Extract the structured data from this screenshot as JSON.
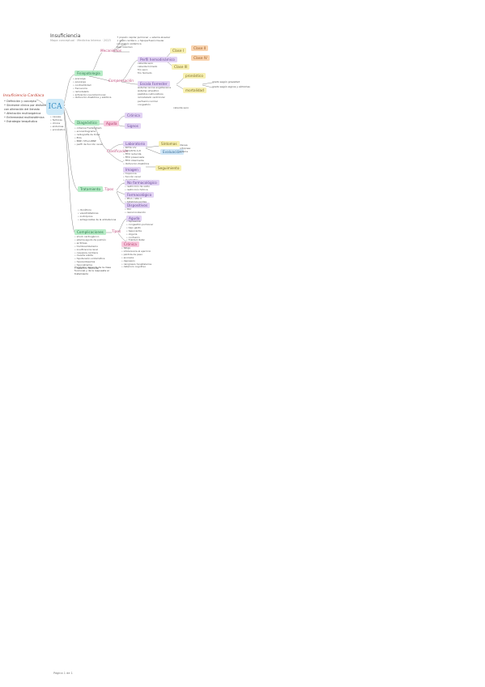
{
  "header": {
    "title": "Insuficiencia",
    "subtitle": "Mapa conceptual · Medicina Interna · 2023"
  },
  "footer": {
    "text": "Página 1 de 1"
  },
  "sidebar": {
    "title": "Insuficiencia Cardíaca",
    "items": [
      "• Definición y concepto",
      "• Síndrome clínico por disfunción ventricular",
      "  con alteración del llenado",
      "• Afectación multiorgánica",
      "• Enfermedad multisistémica",
      "• Estrategia terapéutica"
    ]
  },
  "center": {
    "label": "ICA",
    "notes": [
      "• causas",
      "• factores",
      "• clínica",
      "• síntomas",
      "• pronóstico"
    ]
  },
  "branches": {
    "b1": {
      "label": "Fisiopatología",
      "notes": [
        "• precarga",
        "• poscarga",
        "• contractilidad",
        "• frecuencia",
        "• remodelado",
        "• activación neurohormonal",
        "• disfunción diastólica y sistólica"
      ],
      "sub1": {
        "label": "Mecanismos",
        "lines": [
          "↑ presión capilar pulmonar → edema alveolar",
          "↓ gasto cardíaco → hipoperfusión tisular",
          "congestión sistémica",
          "bajo volumen"
        ]
      },
      "sub2": {
        "label": "Compensación",
        "lines": [
          "sistema renina angiotensina",
          "sistema simpático",
          "péptidos natriuréticos",
          "remodelado ventricular"
        ]
      },
      "sub3": {
        "label": "Perfil hemodinámico",
        "lines": [
          "caliente seco",
          "caliente húmedo",
          "frío seco",
          "frío húmedo"
        ]
      },
      "sub4": {
        "label": "Escala Forrester",
        "lines": [
          "perfusión normal",
          "congestión"
        ]
      },
      "tagA": "Clase I",
      "tagB": "Clase II",
      "tagC": "Clase III",
      "tagD": "Clase IV",
      "tagE": "pronóstico",
      "tagF": "mortalidad",
      "right1": "grado según gravedad",
      "right2": "grado según signos y síntomas"
    },
    "b2": {
      "label": "Diagnóstico",
      "notes": [
        "• criterios Framingham",
        "• ecocardiograma",
        "• radiografía de tórax",
        "• ECG",
        "• BNP / NT-proBNP",
        "• perfil de función renal"
      ],
      "sub1": {
        "label": "Laboratorio",
        "lines": [
          "• troponina",
          "• función renal",
          "• electrolitos"
        ]
      },
      "sub2": {
        "label": "Imagen",
        "lines": [
          "• ecocardiograma"
        ]
      },
      "sub3": {
        "label": "Clasificación",
        "lines": [
          "• NYHA I-IV",
          "• ACC/AHA A-D",
          "• FEVI reducida",
          "• FEVI preservada",
          "• FEVI intermedia",
          "• disfunción diastólica"
        ]
      },
      "tagA": "Aguda",
      "tagB": "Crónica",
      "tagC": "Signos",
      "tagD": "Síntomas",
      "tagE": "Evaluación",
      "tagF": "Seguimiento",
      "right": [
        "disnea",
        "ortopnea",
        "edema"
      ]
    },
    "b3": {
      "label": "Tratamiento",
      "sub1": {
        "label": "No farmacológico",
        "lines": [
          "• restricción de sodio",
          "• restricción hídrica"
        ]
      },
      "sub2": {
        "label": "Farmacológico",
        "lines": [
          "• IECA / ARA II",
          "• betabloqueantes"
        ]
      },
      "sub3": {
        "label": "Dispositivos",
        "lines": [
          "• DAI",
          "• resincronización"
        ]
      },
      "mid": "Tipos",
      "notes": [
        "• diuréticos",
        "• vasodilatadores",
        "• inotrópicos",
        "• antagonistas de la aldosterona"
      ]
    },
    "b4": {
      "label": "Complicaciones",
      "mid": "Tipos",
      "notes": [
        "• shock cardiogénico",
        "• edema agudo de pulmón",
        "• arritmias",
        "• tromboembolismo",
        "• insuficiencia renal",
        "• caquexia cardíaca",
        "• muerte súbita",
        "• hipotensión sintomática",
        "• hiperpotasemia",
        "• hiponatremia",
        "• deterioro funcional"
      ],
      "sub1": {
        "label": "Aguda",
        "lines": [
          "• hipoxemia",
          "• congestión pulmonar",
          "• bajo gasto",
          "• taquicardia",
          "• oliguria",
          "• confusión",
          "• frialdad distal"
        ]
      },
      "sub2": {
        "label": "Crónica",
        "lines": [
          "• fatiga",
          "• intolerancia al ejercicio",
          "• pérdida de peso",
          "• anorexia",
          "• depresión",
          "• reingresos hospitalarios",
          "• deterioro cognitivo"
        ]
      },
      "foot": "Pronóstico depende de la clase funcional y de la respuesta al tratamiento"
    }
  },
  "colors": {
    "green": "#b9ecc8",
    "pink": "#f7c8dc",
    "purple": "#e3d4f4",
    "yellow": "#f7f0b3",
    "orange": "#f9d4b0",
    "blue": "#cfe6f7",
    "accent": "#3a8fc4"
  }
}
